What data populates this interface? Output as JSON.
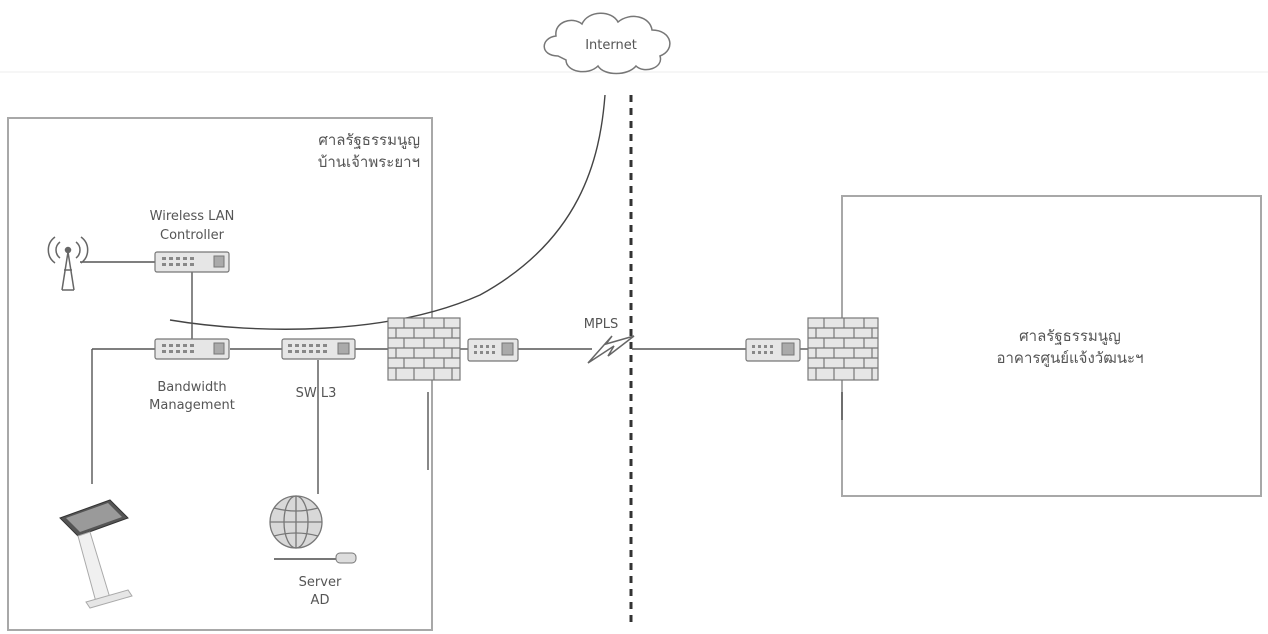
{
  "cloud": {
    "label": "Internet"
  },
  "site_a": {
    "name_line1": "ศาลรัฐธรรมนูญ",
    "name_line2": "บ้านเจ้าพระยาฯ"
  },
  "site_b": {
    "name_line1": "ศาลรัฐธรรมนูญ",
    "name_line2": "อาคารศูนย์แจ้งวัฒนะฯ"
  },
  "devices": {
    "wlc": {
      "label_line1": "Wireless LAN",
      "label_line2": "Controller"
    },
    "bandwidth": {
      "label_line1": "Bandwidth",
      "label_line2": "Management"
    },
    "switch": {
      "label": "SW L3"
    },
    "server": {
      "label_line1": "Server",
      "label_line2": "AD"
    }
  },
  "wan": {
    "label": "MPLS"
  },
  "icons": {
    "cloud": "cloud-icon",
    "wireless_ap": "wireless-antenna-icon",
    "wlc": "network-appliance-icon",
    "bandwidth": "network-appliance-icon",
    "switch": "network-switch-icon",
    "firewall": "firewall-brick-icon",
    "router": "router-icon",
    "lightning": "lightning-bolt-icon",
    "globe": "globe-icon",
    "kiosk": "kiosk-icon"
  },
  "colors": {
    "line": "#555555",
    "border": "#a8a8a8",
    "device": "#e6e6e6"
  }
}
